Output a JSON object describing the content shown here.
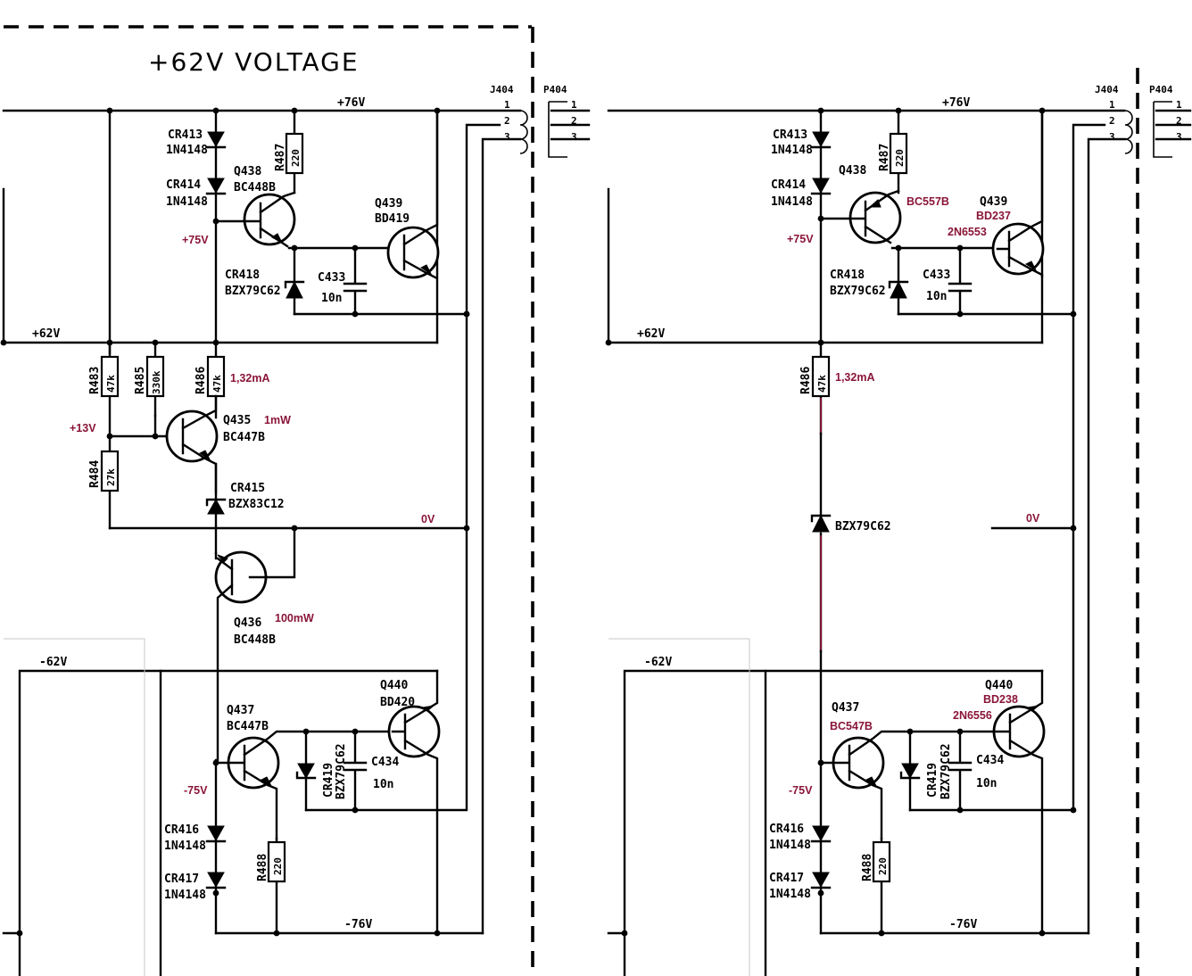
{
  "title": "+62V VOLTAGE",
  "rails": {
    "p76": "+76V",
    "p62": "+62V",
    "m62": "-62V",
    "m76": "-76V",
    "zero": "0V"
  },
  "connectors": {
    "j404": "J404",
    "p404": "P404",
    "pin1": "1",
    "pin2": "2",
    "pin3": "3"
  },
  "parts": {
    "cr413": "CR413",
    "cr414": "CR414",
    "n4148": "1N4148",
    "cr416": "CR416",
    "cr417": "CR417",
    "cr418": "CR418",
    "cr419": "CR419",
    "bzx79c62": "BZX79C62",
    "cr415": "CR415",
    "bzx83c12": "BZX83C12",
    "q435": "Q435",
    "q436": "Q436",
    "q437": "Q437",
    "q438": "Q438",
    "q439": "Q439",
    "q440": "Q440",
    "bc448b": "BC448B",
    "bc447b": "BC447B",
    "bd419": "BD419",
    "bd420": "BD420",
    "c433": "C433",
    "c434": "C434",
    "c10n": "10n",
    "r483": "R483",
    "r484": "R484",
    "r485": "R485",
    "r486": "R486",
    "r487": "R487",
    "r488": "R488",
    "v47k": "47k",
    "v27k": "27k",
    "v330k": "330k",
    "v220": "220"
  },
  "annotations": {
    "p75": "+75V",
    "m75": "-75V",
    "p13": "+13V",
    "ma": "1,32mA",
    "mw1": "1mW",
    "mw100": "100mW",
    "bc557b": "BC557B",
    "bd237": "BD237",
    "n6553": "2N6553",
    "bc547b": "BC547B",
    "bd238": "BD238",
    "n6556": "2N6556"
  }
}
